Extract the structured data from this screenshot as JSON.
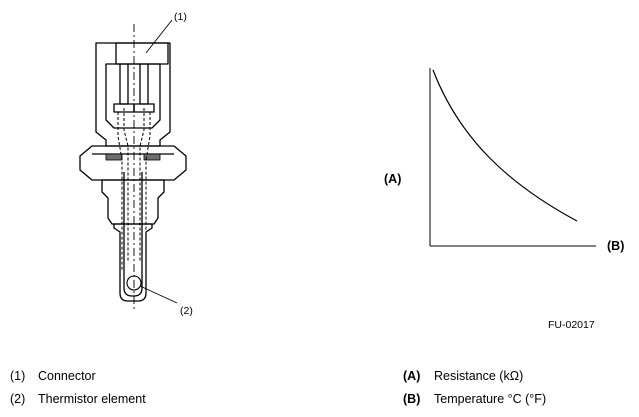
{
  "sensor": {
    "callout_1": "(1)",
    "callout_2": "(2)"
  },
  "graph": {
    "y_label": "(A)",
    "x_label": "(B)"
  },
  "figure_id": "FU-02017",
  "legend_left": [
    {
      "num": "(1)",
      "text": "Connector"
    },
    {
      "num": "(2)",
      "text": "Thermistor element"
    }
  ],
  "legend_right": [
    {
      "num": "(A)",
      "text": "Resistance (kΩ)"
    },
    {
      "num": "(B)",
      "text": "Temperature °C (°F)"
    }
  ]
}
